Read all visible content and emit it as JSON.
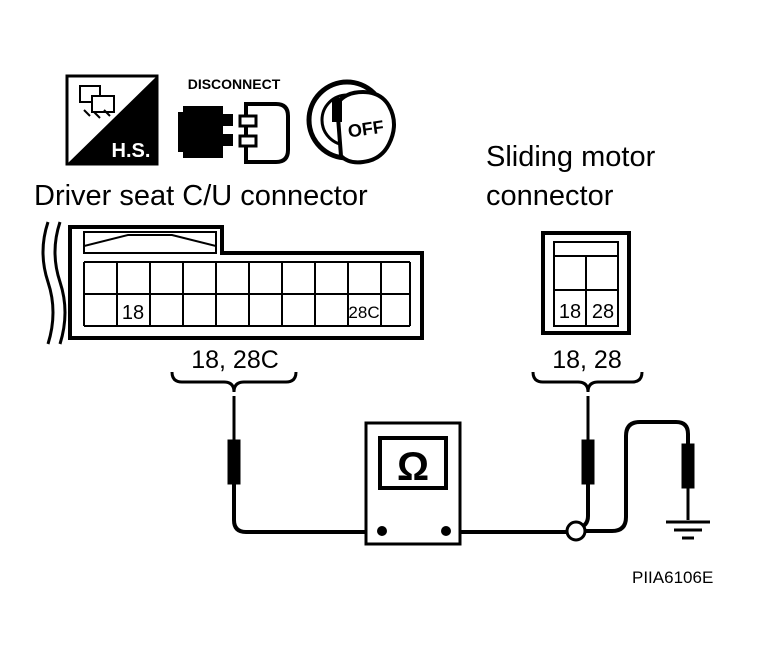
{
  "icons": {
    "hs_label": "H.S.",
    "disconnect_label": "DISCONNECT",
    "ignition_label": "OFF"
  },
  "left_connector": {
    "title": "Driver seat C/U connector",
    "pin_a": "18",
    "pin_b": "28C",
    "probe_label": "18, 28C"
  },
  "right_connector": {
    "title_line1": "Sliding motor",
    "title_line2": "connector",
    "pin_a": "18",
    "pin_b": "28",
    "probe_label": "18, 28"
  },
  "meter": {
    "symbol": "Ω"
  },
  "figure_id": "PIIA6106E"
}
